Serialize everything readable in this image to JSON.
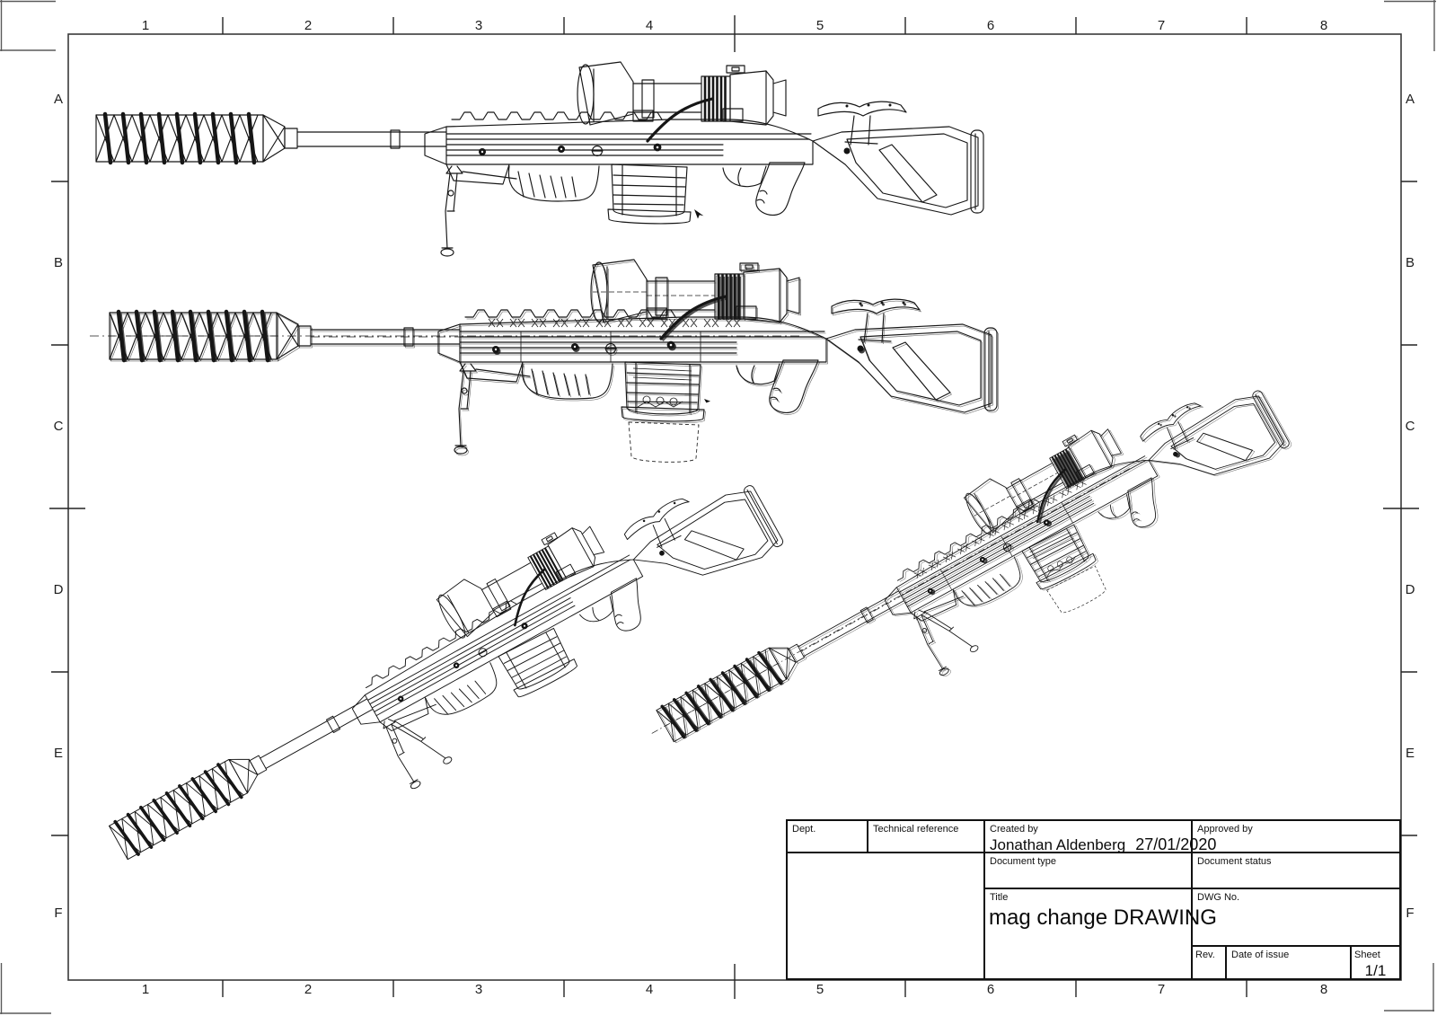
{
  "sheet": {
    "background": "#ffffff",
    "line_color": "#3a3a3a",
    "zone_columns": [
      "1",
      "2",
      "3",
      "4",
      "5",
      "6",
      "7",
      "8"
    ],
    "zone_rows": [
      "A",
      "B",
      "C",
      "D",
      "E",
      "F"
    ]
  },
  "title_block": {
    "dept_label": "Dept.",
    "technical_reference_label": "Technical reference",
    "created_by_label": "Created by",
    "created_by_name": "Jonathan Aldenberg",
    "created_by_date": "27/01/2020",
    "approved_by_label": "Approved by",
    "document_type_label": "Document type",
    "document_status_label": "Document status",
    "title_label": "Title",
    "title_value": "mag change DRAWING",
    "dwg_no_label": "DWG No.",
    "rev_label": "Rev.",
    "date_of_issue_label": "Date of issue",
    "sheet_label": "Sheet",
    "sheet_value": "1/1"
  }
}
